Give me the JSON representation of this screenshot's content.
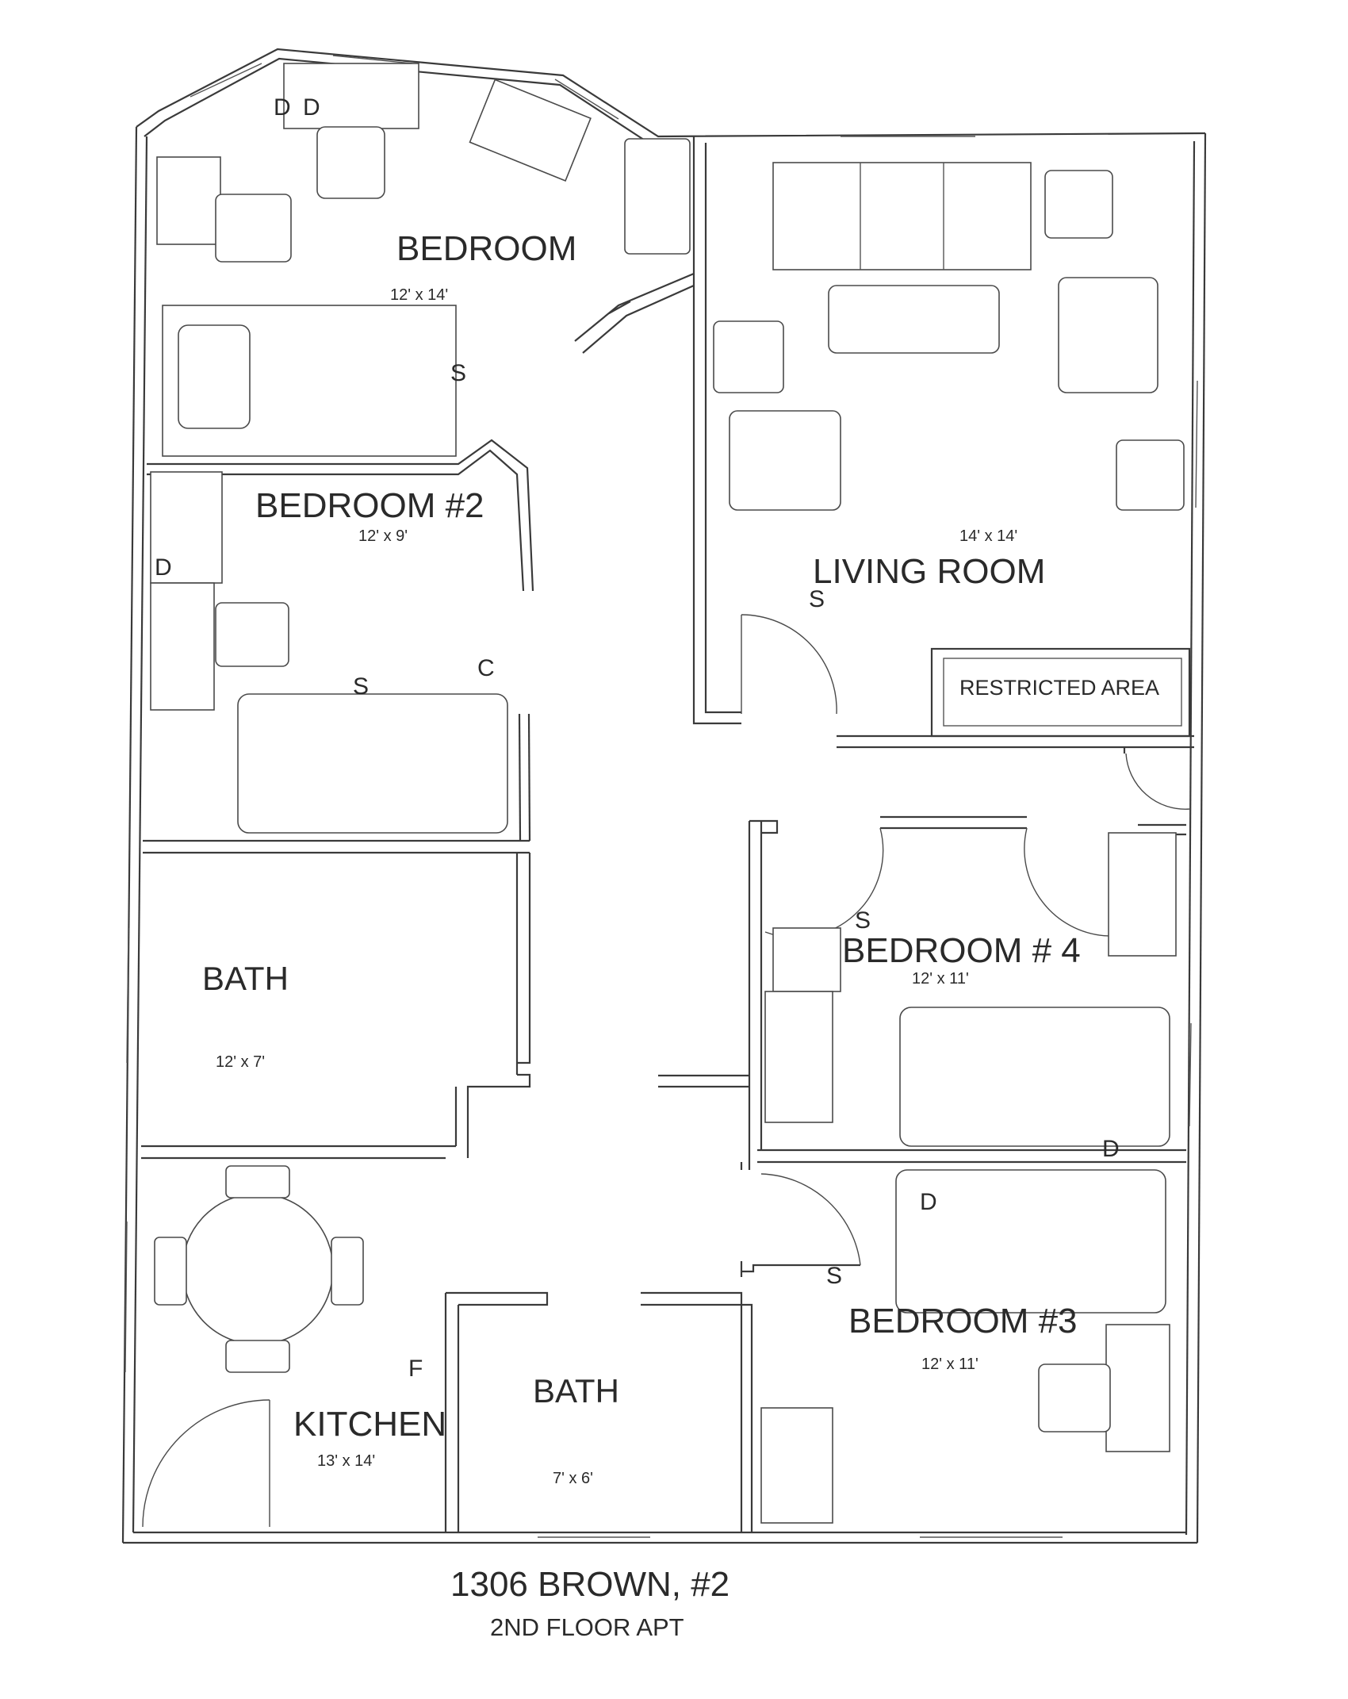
{
  "rooms": {
    "bedroom": {
      "label": "BEDROOM",
      "size": "12' x 14'"
    },
    "bedroom2": {
      "label": "BEDROOM #2",
      "size": "12' x 9'"
    },
    "bath_left": {
      "label": "BATH",
      "size": "12' x 7'"
    },
    "living_room": {
      "label": "LIVING ROOM",
      "size": "14' x 14'"
    },
    "restricted_area": {
      "label": "RESTRICTED AREA"
    },
    "bedroom4": {
      "label": "BEDROOM # 4",
      "size": "12' x 11'"
    },
    "bedroom3": {
      "label": "BEDROOM #3",
      "size": "12' x 11'"
    },
    "kitchen": {
      "label": "KITCHEN",
      "size": "13' x 14'"
    },
    "bath_small": {
      "label": "BATH",
      "size": "7' x 6'"
    }
  },
  "markers": {
    "d": "D",
    "s": "S",
    "c": "C",
    "f": "F"
  },
  "footer": {
    "title": "1306 BROWN, #2",
    "subtitle": "2ND FLOOR APT"
  }
}
